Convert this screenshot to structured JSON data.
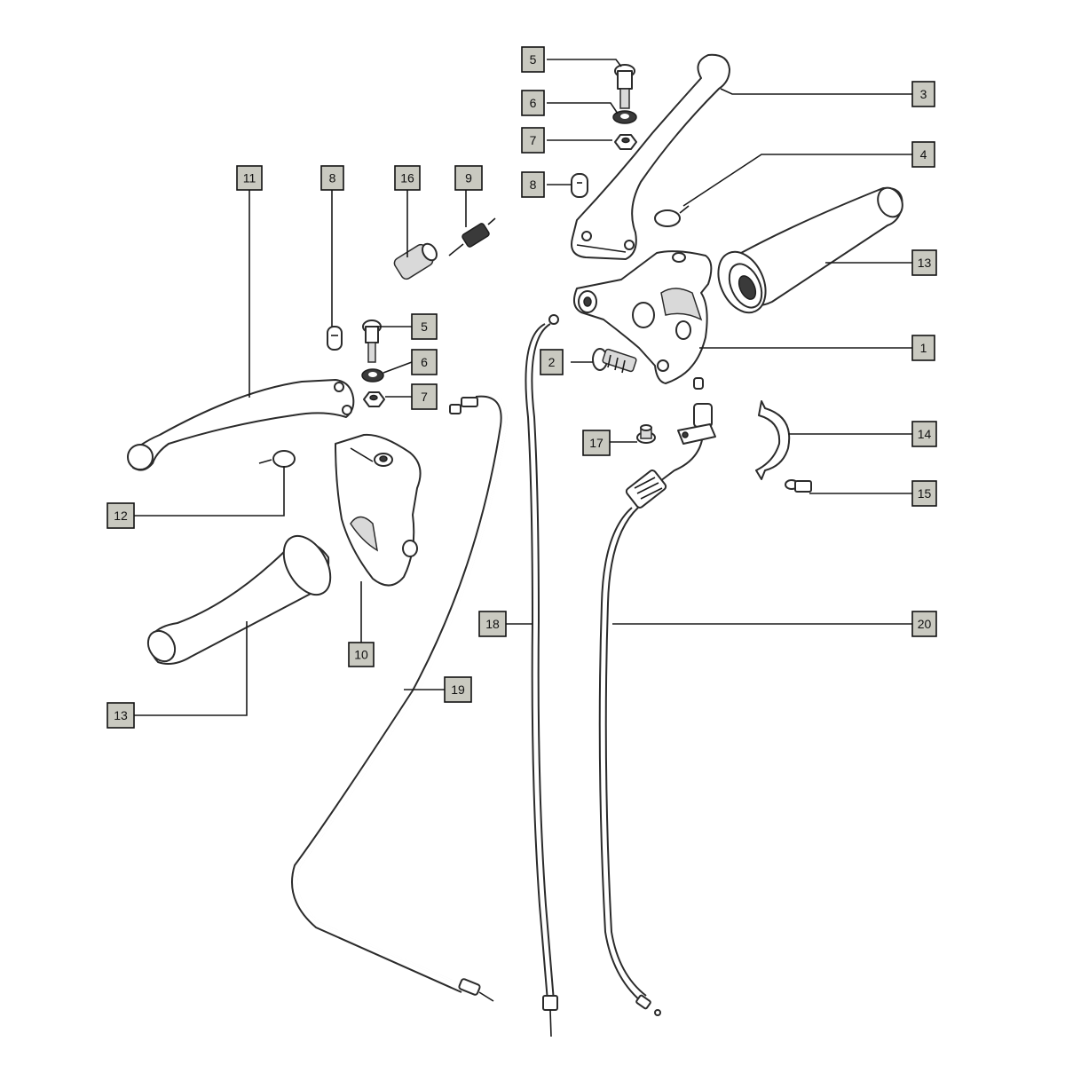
{
  "callouts": {
    "c1": "1",
    "c2": "2",
    "c3": "3",
    "c4": "4",
    "c5_top": "5",
    "c6_top": "6",
    "c7_top": "7",
    "c8_top": "8",
    "c8_left": "8",
    "c9": "9",
    "c10": "10",
    "c11": "11",
    "c12": "12",
    "c13_right": "13",
    "c13_left": "13",
    "c14": "14",
    "c15": "15",
    "c16": "16",
    "c17": "17",
    "c18": "18",
    "c19": "19",
    "c20": "20",
    "c5_left": "5",
    "c6_left": "6",
    "c7_left": "7"
  }
}
